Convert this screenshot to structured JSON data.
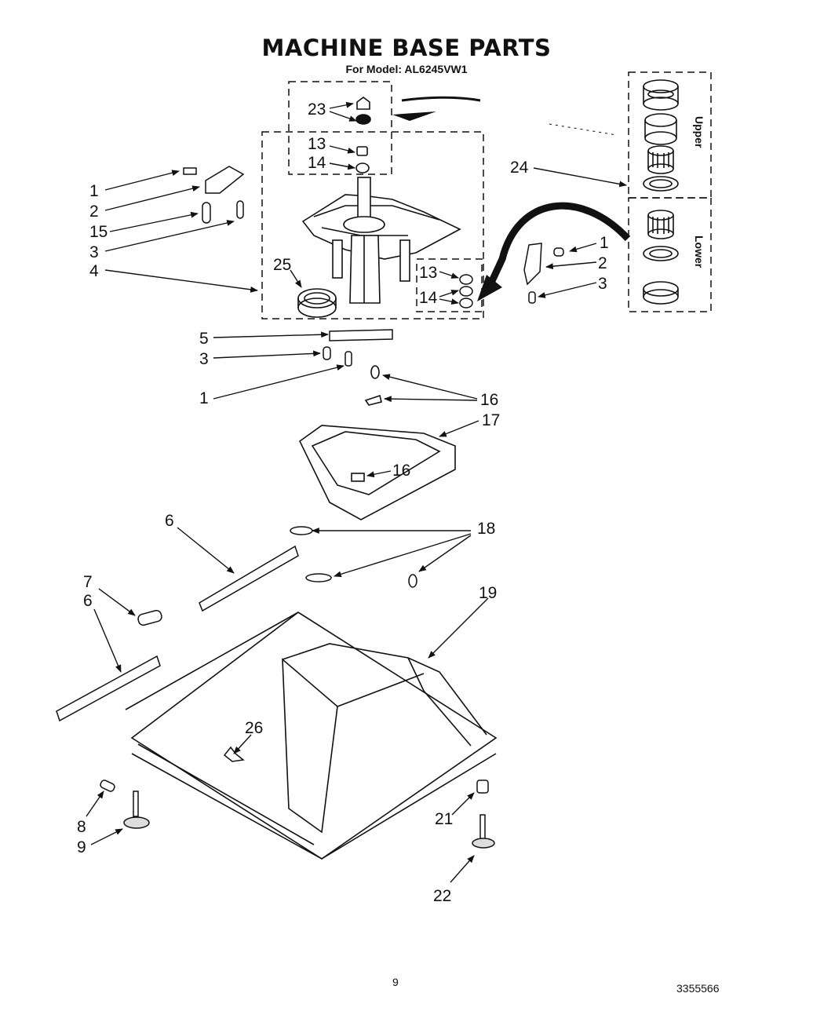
{
  "header": {
    "title": "MACHINE BASE PARTS",
    "subtitle": "For Model: AL6245VW1"
  },
  "bearing_inset": {
    "upper_label": "Upper",
    "lower_label": "Lower"
  },
  "callouts": {
    "c1a": "1",
    "c2a": "2",
    "c15": "15",
    "c3a": "3",
    "c4": "4",
    "c23": "23",
    "c13a": "13",
    "c14a": "14",
    "c25": "25",
    "c24": "24",
    "c1b": "1",
    "c2b": "2",
    "c3b": "3",
    "c13b": "13",
    "c14b": "14",
    "c5": "5",
    "c3c": "3",
    "c1c": "1",
    "c16a": "16",
    "c17": "17",
    "c16b": "16",
    "c6a": "6",
    "c18": "18",
    "c7": "7",
    "c6b": "6",
    "c19": "19",
    "c26": "26",
    "c8": "8",
    "c9": "9",
    "c21": "21",
    "c22": "22"
  },
  "footer": {
    "page_number": "9",
    "document_number": "3355566"
  }
}
